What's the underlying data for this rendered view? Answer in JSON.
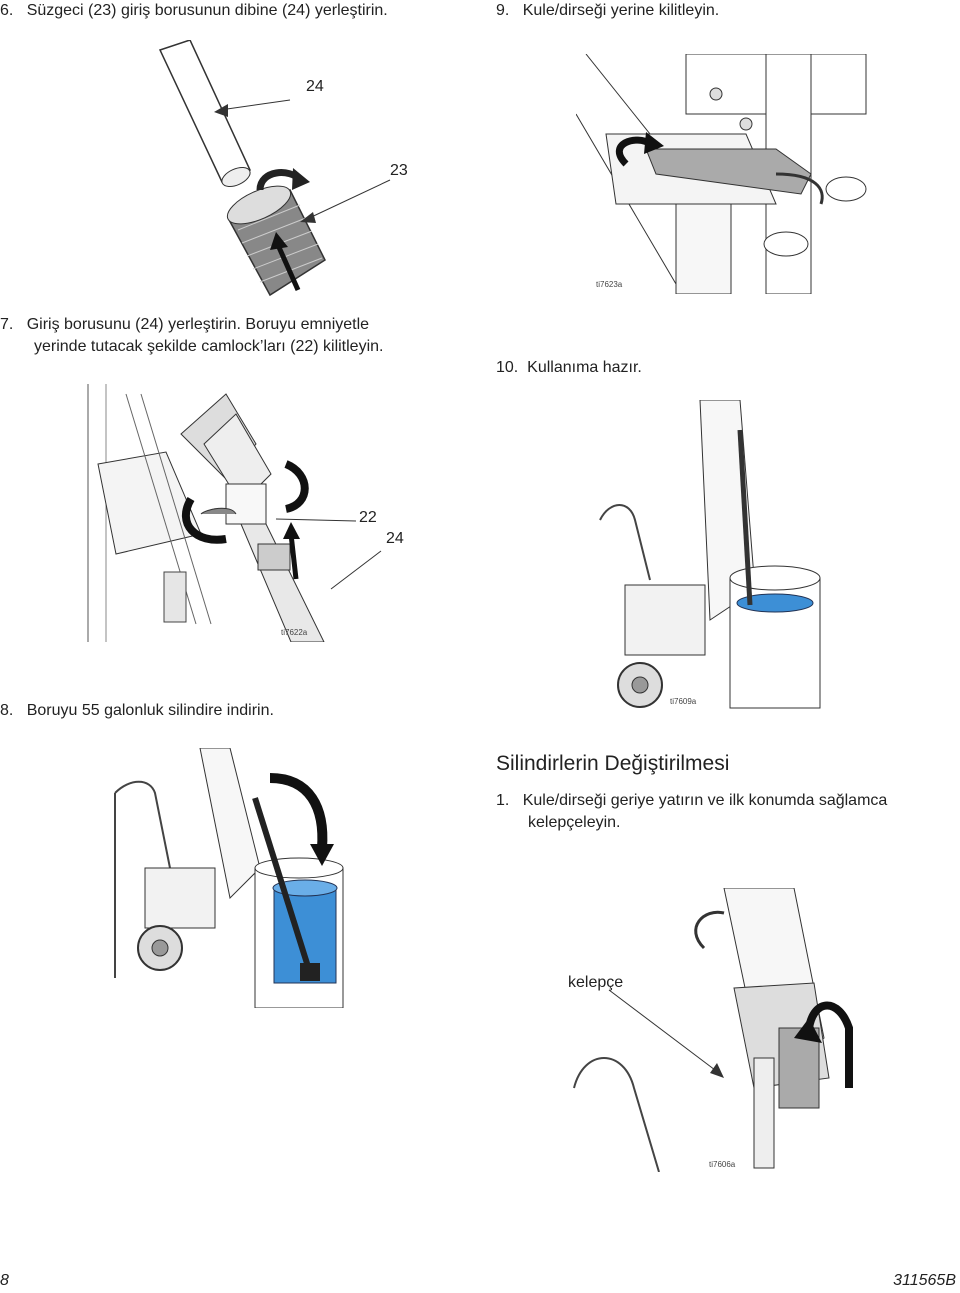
{
  "steps": {
    "s6": {
      "num": "6.",
      "text": "Süzgeci (23) giriş borusunun dibine (24) yerleştirin."
    },
    "s7": {
      "num": "7.",
      "line1": "Giriş borusunu (24) yerleştirin. Boruyu emniyetle",
      "line2": "yerinde tutacak şekilde camlock’ları (22) kilitleyin."
    },
    "s8": {
      "num": "8.",
      "text": "Boruyu 55 galonluk silindire indirin."
    },
    "s9": {
      "num": "9.",
      "text": "Kule/dirseği yerine kilitleyin."
    },
    "s10": {
      "num": "10.",
      "text": "Kullanıma hazır."
    }
  },
  "section": {
    "title": "Silindirlerin Değiştirilmesi",
    "s1": {
      "num": "1.",
      "line1": "Kule/dirseği geriye yatırın ve ilk konumda sağlamca",
      "line2": "kelepçeleyin."
    }
  },
  "figures": {
    "fig_strainer": {
      "callout_a": "24",
      "callout_b": "23"
    },
    "fig_camlock": {
      "callout_a": "22",
      "callout_b": "24",
      "code": "ti7622a"
    },
    "fig_lower": {},
    "fig_lock": {
      "code": "ti7623a"
    },
    "fig_ready": {
      "code": "ti7609a"
    },
    "fig_clamp": {
      "callout": "kelepçe",
      "code": "ti7606a"
    }
  },
  "footer": {
    "page": "8",
    "doc": "311565B"
  },
  "colors": {
    "fluid": "#3d8fd6",
    "line": "#333333"
  }
}
